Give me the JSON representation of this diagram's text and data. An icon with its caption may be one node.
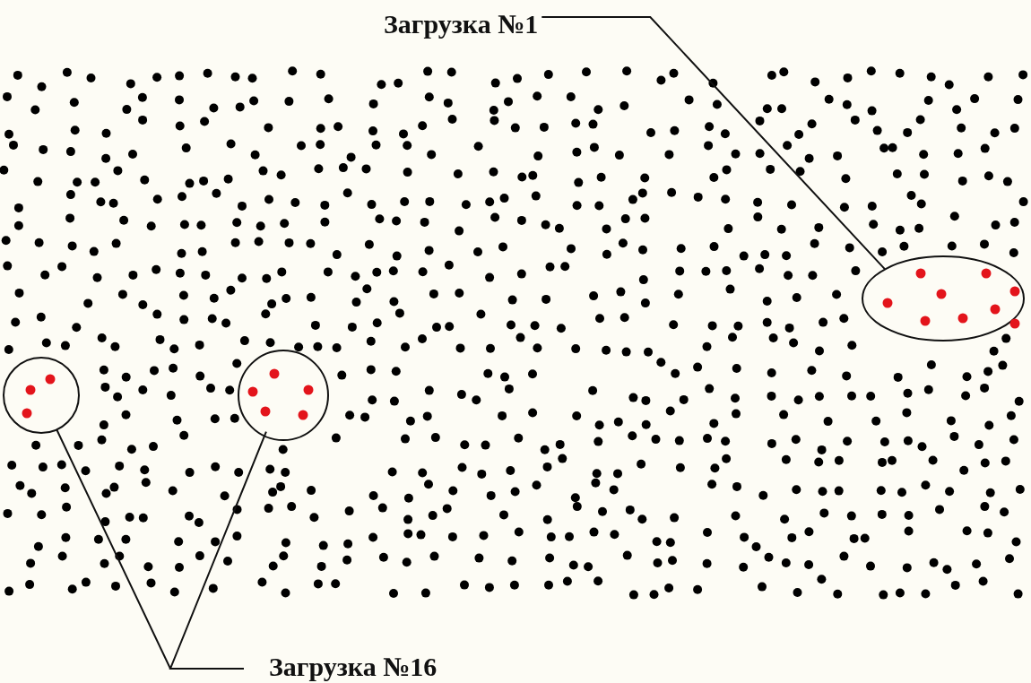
{
  "diagram": {
    "nodes": [
      {
        "text": [
          "Загрузка №1"
        ]
      },
      {
        "text": [],
        "shape": "ellipse"
      },
      {
        "text": [],
        "shape": "circle"
      },
      {
        "text": [],
        "shape": "circle"
      },
      {
        "text": [
          "Загрузка №16"
        ]
      }
    ],
    "edges": [
      {
        "from": 0,
        "to": 1,
        "arrow": "none"
      },
      {
        "from": 4,
        "to": 2,
        "arrow": "none"
      },
      {
        "from": 4,
        "to": 3,
        "arrow": "none"
      }
    ]
  }
}
